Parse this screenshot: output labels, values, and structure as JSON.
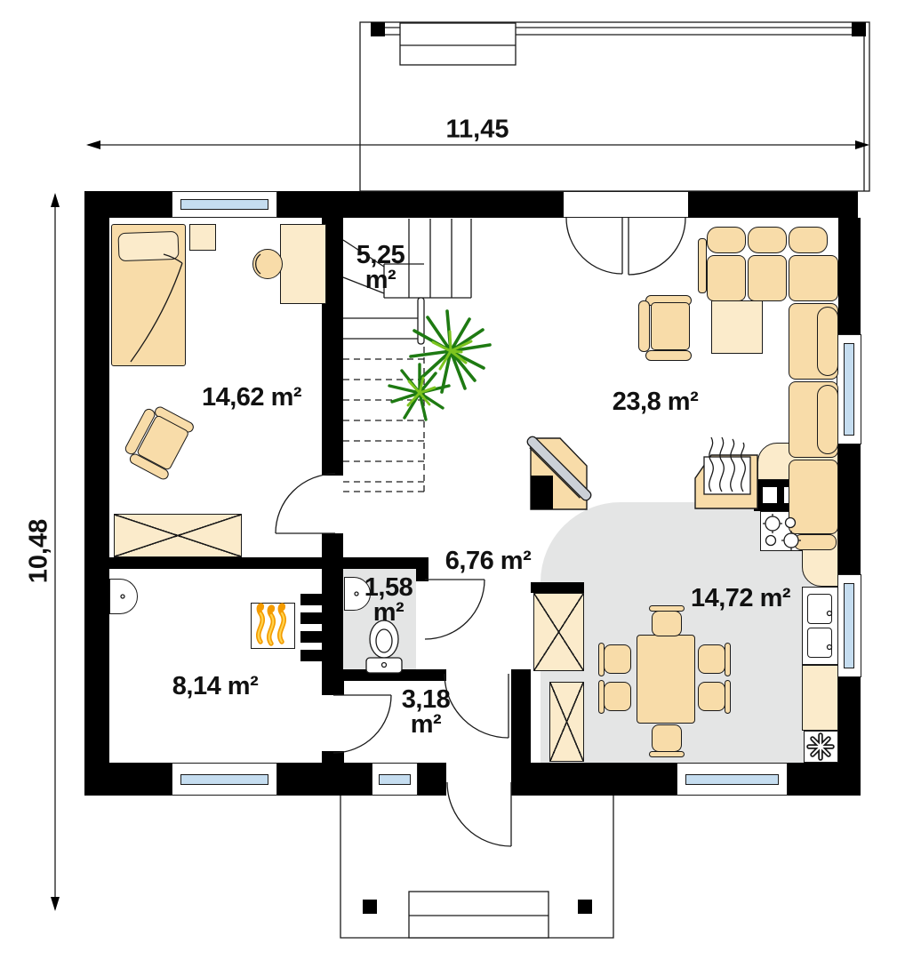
{
  "dimensions": {
    "width": "11,45",
    "height": "10,48"
  },
  "rooms": [
    {
      "id": "bedroom",
      "area": "14,62",
      "unit": "m²"
    },
    {
      "id": "staircase",
      "area": "5,25",
      "unit": "m²"
    },
    {
      "id": "living-room",
      "area": "23,8",
      "unit": "m²"
    },
    {
      "id": "hall",
      "area": "6,76",
      "unit": "m²"
    },
    {
      "id": "wc",
      "area": "1,58",
      "unit": "m²"
    },
    {
      "id": "utility-room",
      "area": "8,14",
      "unit": "m²"
    },
    {
      "id": "entry",
      "area": "3,18",
      "unit": "m²"
    },
    {
      "id": "kitchen-dining",
      "area": "14,72",
      "unit": "m²"
    }
  ],
  "furniture": [
    "bed",
    "pillow",
    "nightstand",
    "desk",
    "desk-stool",
    "armchair",
    "wardrobe",
    "corner-sofa",
    "coffee-table",
    "tv-cabinet",
    "tv",
    "fireplace",
    "kitchen-counter",
    "stove",
    "kitchen-sink",
    "fridge",
    "dining-table",
    "dining-chair",
    "washbasin",
    "toilet",
    "furnace",
    "radiator",
    "plant",
    "stairs",
    "terrace-bench",
    "porch-steps"
  ],
  "colors": {
    "wall": "#000000",
    "furniture": "#F8DCA9",
    "furniture_light": "#FBEBCB",
    "floor": "#E4E5E5",
    "glass": "#C5DDF0",
    "line": "#1a1a1a",
    "flame_orange": "#F49B00",
    "flame_yellow": "#FFD34D",
    "plant_dark": "#1E7A12",
    "plant_light": "#7DC41F",
    "tv": "#CBD0D7"
  }
}
